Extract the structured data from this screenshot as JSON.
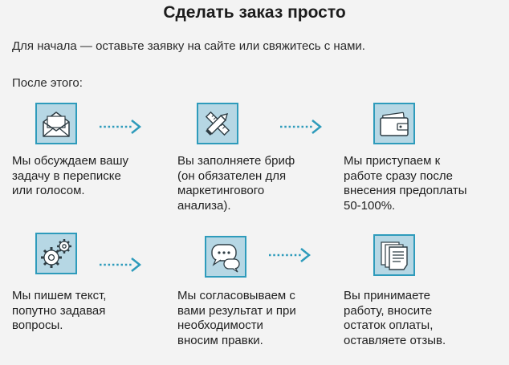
{
  "title": "Сделать заказ просто",
  "intro": "Для начала — оставьте заявку на сайте или свяжитесь с нами.",
  "after_label": "После этого:",
  "colors": {
    "accent": "#2e9bbb",
    "icon_fill": "#b6d7e4",
    "background": "#f3f3f3"
  },
  "steps": [
    {
      "icon": "envelope-icon",
      "text": "Мы обсуждаем вашу\nзадачу в переписке\nили голосом."
    },
    {
      "icon": "pencil-ruler-icon",
      "text": "Вы заполняете бриф\n(он обязателен для\nмаркетингового\nанализа)."
    },
    {
      "icon": "wallet-icon",
      "text": "Мы приступаем к\nработе сразу после\nвнесения предоплаты\n50-100%."
    },
    {
      "icon": "gears-icon",
      "text": "Мы пишем текст,\nпопутно задавая\nвопросы."
    },
    {
      "icon": "chat-bubbles-icon",
      "text": "Мы согласовываем с\nвами результат и при\nнеобходимости\nвносим правки."
    },
    {
      "icon": "documents-icon",
      "text": "Вы принимаете\nработу, вносите\nостаток оплаты,\nоставляете отзыв."
    }
  ]
}
